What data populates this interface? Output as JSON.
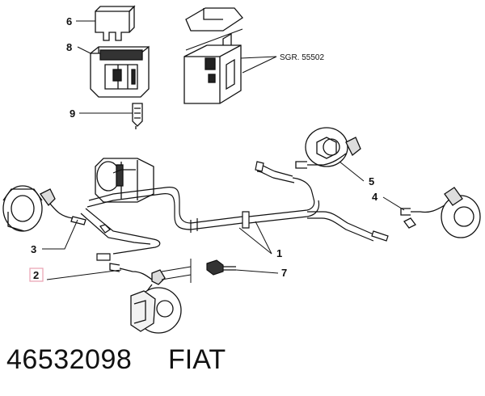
{
  "diagram": {
    "callouts": [
      {
        "id": "1",
        "label": "1"
      },
      {
        "id": "2",
        "label": "2",
        "highlighted": true
      },
      {
        "id": "3",
        "label": "3"
      },
      {
        "id": "4",
        "label": "4"
      },
      {
        "id": "5",
        "label": "5"
      },
      {
        "id": "6",
        "label": "6"
      },
      {
        "id": "7",
        "label": "7"
      },
      {
        "id": "8",
        "label": "8"
      },
      {
        "id": "9",
        "label": "9"
      }
    ],
    "reference_label": "SGR. 55502",
    "highlight_color": "#e8a0b0",
    "line_color": "#111111"
  },
  "footer": {
    "part_number": "46532098",
    "brand": "FIAT"
  }
}
